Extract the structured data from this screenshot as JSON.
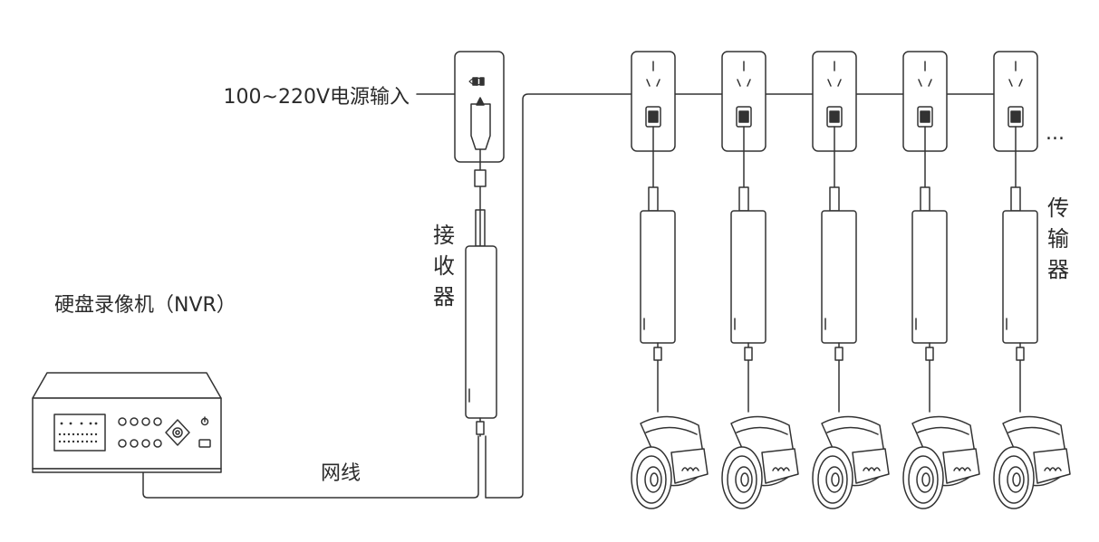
{
  "labels": {
    "power_input": "100~220V电源输入",
    "nvr": "硬盘录像机（NVR）",
    "receiver": "接收器",
    "transmitter": "传输器",
    "network_cable": "网线",
    "ellipsis": "..."
  },
  "colors": {
    "stroke": "#333333",
    "fill": "#ffffff"
  },
  "icons": {
    "camera": "bullet-camera-icon",
    "socket": "wall-socket-icon",
    "nvr": "nvr-device-icon"
  },
  "units": {
    "count": 5
  }
}
